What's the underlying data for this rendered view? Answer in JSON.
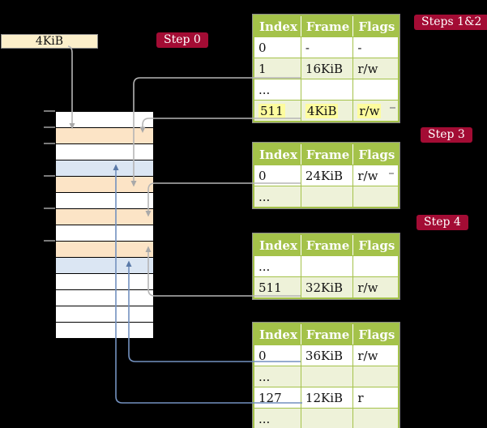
{
  "memory": {
    "size_label": "4KiB",
    "rows": [
      "white",
      "orange",
      "white",
      "blue",
      "orange",
      "white",
      "orange",
      "white",
      "orange",
      "blue",
      "white",
      "white",
      "white",
      "white"
    ],
    "tick_offsets_y": [
      136,
      156,
      176,
      216,
      256,
      296
    ]
  },
  "badges": {
    "step0": "Step 0",
    "steps12": "Steps 1&2",
    "step3": "Step 3",
    "step4": "Step 4"
  },
  "colors": {
    "badge_red": "#a30c34",
    "table_green": "#a4c24a",
    "row_shade": "#eef2d9",
    "highlight_yellow": "#fdfc9e",
    "frame_orange": "#fce4c6",
    "frame_blue": "#dbe6f3",
    "connector_gray": "#b5b5b5",
    "connector_blue": "#7391bf"
  },
  "tables": [
    {
      "name": "page-table-steps-1-2",
      "headers": [
        "Index",
        "Frame",
        "Flags"
      ],
      "rows": [
        {
          "cells": [
            "0",
            "-",
            "-"
          ],
          "shaded": false,
          "highlighted": false
        },
        {
          "cells": [
            "1",
            "16KiB",
            "r/w"
          ],
          "shaded": true,
          "highlighted": false
        },
        {
          "cells": [
            "...",
            "",
            ""
          ],
          "shaded": false,
          "highlighted": false
        },
        {
          "cells": [
            "511",
            "4KiB",
            "r/w"
          ],
          "shaded": true,
          "highlighted": true
        }
      ]
    },
    {
      "name": "page-table-step-3",
      "headers": [
        "Index",
        "Frame",
        "Flags"
      ],
      "rows": [
        {
          "cells": [
            "0",
            "24KiB",
            "r/w"
          ],
          "shaded": false,
          "highlighted": false
        },
        {
          "cells": [
            "...",
            "",
            ""
          ],
          "shaded": true,
          "highlighted": false
        }
      ]
    },
    {
      "name": "page-table-step-4",
      "headers": [
        "Index",
        "Frame",
        "Flags"
      ],
      "rows": [
        {
          "cells": [
            "...",
            "",
            ""
          ],
          "shaded": false,
          "highlighted": false
        },
        {
          "cells": [
            "511",
            "32KiB",
            "r/w"
          ],
          "shaded": true,
          "highlighted": false
        }
      ]
    },
    {
      "name": "page-table-final",
      "headers": [
        "Index",
        "Frame",
        "Flags"
      ],
      "rows": [
        {
          "cells": [
            "0",
            "36KiB",
            "r/w"
          ],
          "shaded": false,
          "highlighted": false
        },
        {
          "cells": [
            "...",
            "",
            ""
          ],
          "shaded": true,
          "highlighted": false
        },
        {
          "cells": [
            "127",
            "12KiB",
            "r"
          ],
          "shaded": false,
          "highlighted": false
        },
        {
          "cells": [
            "...",
            "",
            ""
          ],
          "shaded": true,
          "highlighted": false
        }
      ]
    }
  ]
}
